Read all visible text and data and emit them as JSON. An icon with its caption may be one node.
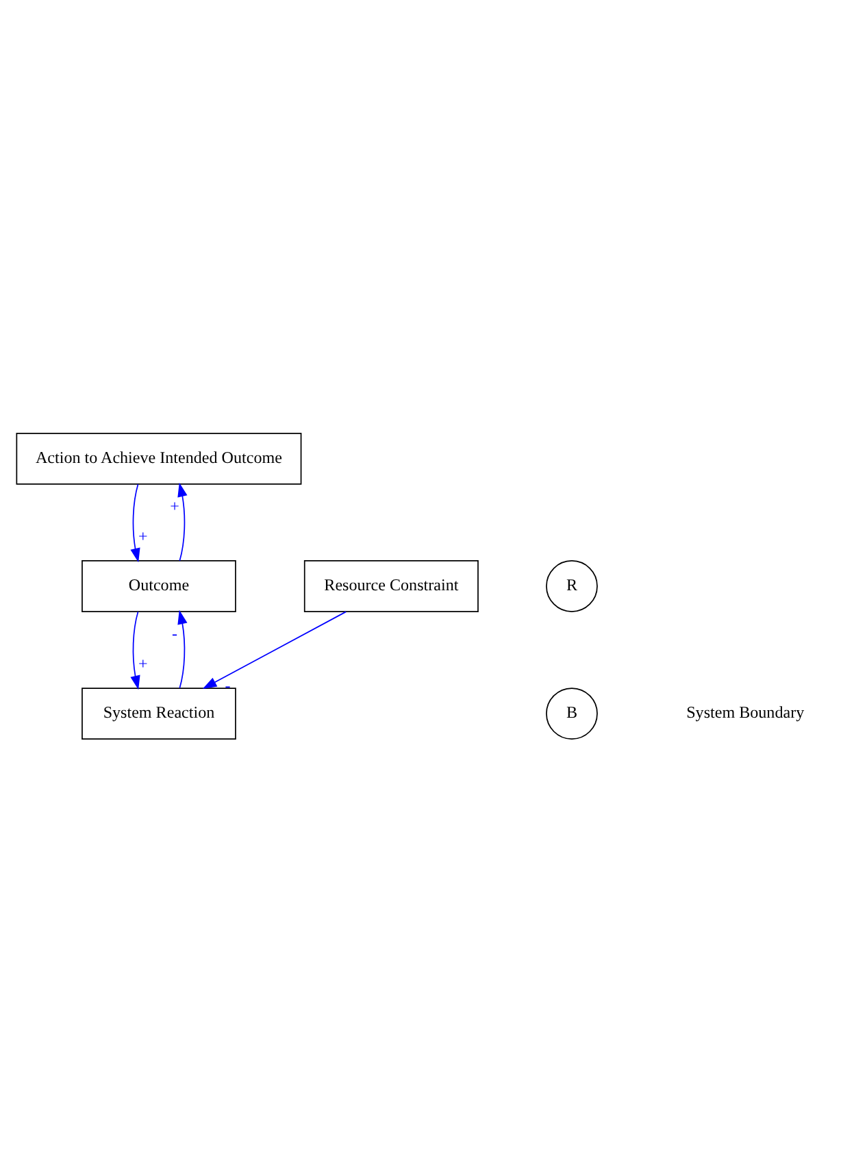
{
  "diagram": {
    "nodes": [
      {
        "text": [
          "Action to Achieve Intended Outcome"
        ]
      },
      {
        "text": [
          "Outcome"
        ]
      },
      {
        "text": [
          "System Reaction"
        ]
      },
      {
        "text": [
          "Resource Constraint"
        ]
      }
    ],
    "edges": [
      {
        "from": 0,
        "to": 1,
        "arrow": "to",
        "label": "+"
      },
      {
        "from": 1,
        "to": 0,
        "arrow": "to",
        "label": "+"
      },
      {
        "from": 1,
        "to": 2,
        "arrow": "to",
        "label": "+"
      },
      {
        "from": 2,
        "to": 1,
        "arrow": "to",
        "label": "-"
      },
      {
        "from": 3,
        "to": 2,
        "arrow": "to",
        "label": "-"
      }
    ],
    "labels": [
      "R",
      "B",
      "System Boundary"
    ]
  }
}
